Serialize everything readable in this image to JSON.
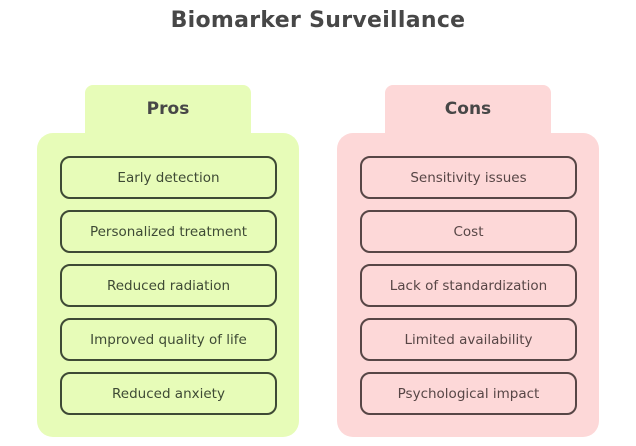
{
  "title": "Biomarker Surveillance",
  "columns": [
    {
      "header": "Pros",
      "color": "#e7fcb8",
      "items": [
        "Early detection",
        "Personalized treatment",
        "Reduced radiation",
        "Improved quality of life",
        "Reduced anxiety"
      ]
    },
    {
      "header": "Cons",
      "color": "#fdd8d8",
      "items": [
        "Sensitivity issues",
        "Cost",
        "Lack of standardization",
        "Limited availability",
        "Psychological impact"
      ]
    }
  ]
}
